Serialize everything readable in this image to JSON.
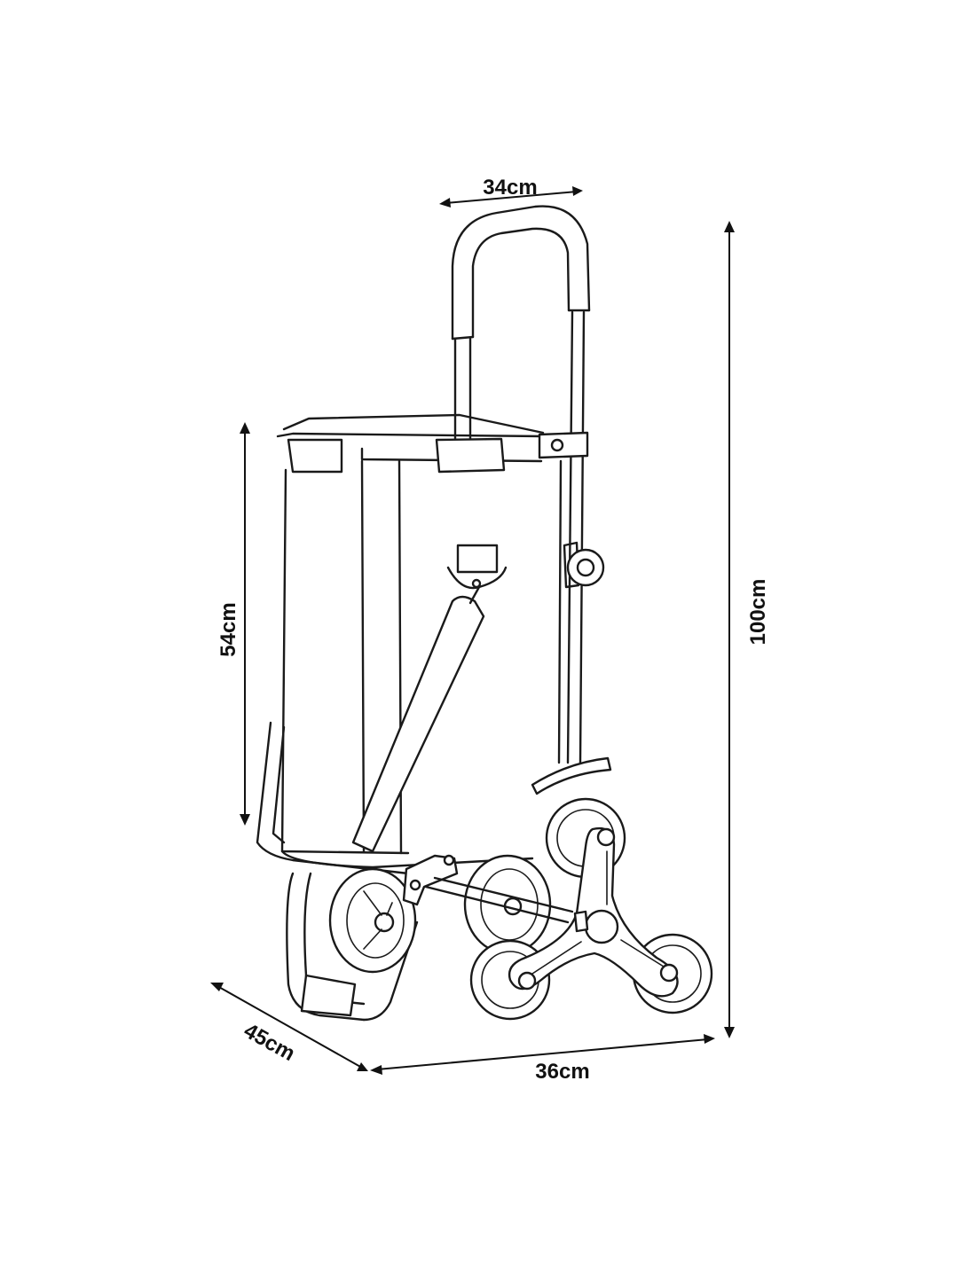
{
  "dimensions": {
    "handle_width": "34cm",
    "bag_height": "54cm",
    "total_height": "100cm",
    "depth": "45cm",
    "width": "36cm"
  }
}
